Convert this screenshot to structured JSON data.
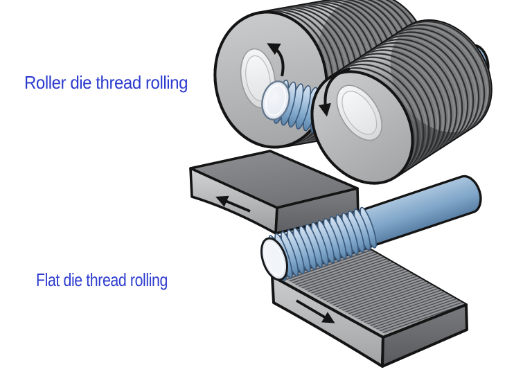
{
  "figure": {
    "background_color": "#ffffff",
    "label_color": "#2c3bce",
    "outline_color": "#141414",
    "labels": {
      "roller_die": "Roller die thread rolling",
      "flat_die": "Flat die thread rolling"
    },
    "colors": {
      "die_gray": "#98999c",
      "die_dark_gray": "#747578",
      "workpiece_blue": "#7fa5c8",
      "workpiece_end_face": "#e8edf5",
      "shaft_blue": "#7aa0c4"
    },
    "arrows": {
      "left_roller_rotation": "counterclockwise",
      "right_roller_rotation": "counterclockwise",
      "top_flat_die_motion": "left",
      "bottom_flat_die_motion": "right"
    }
  }
}
